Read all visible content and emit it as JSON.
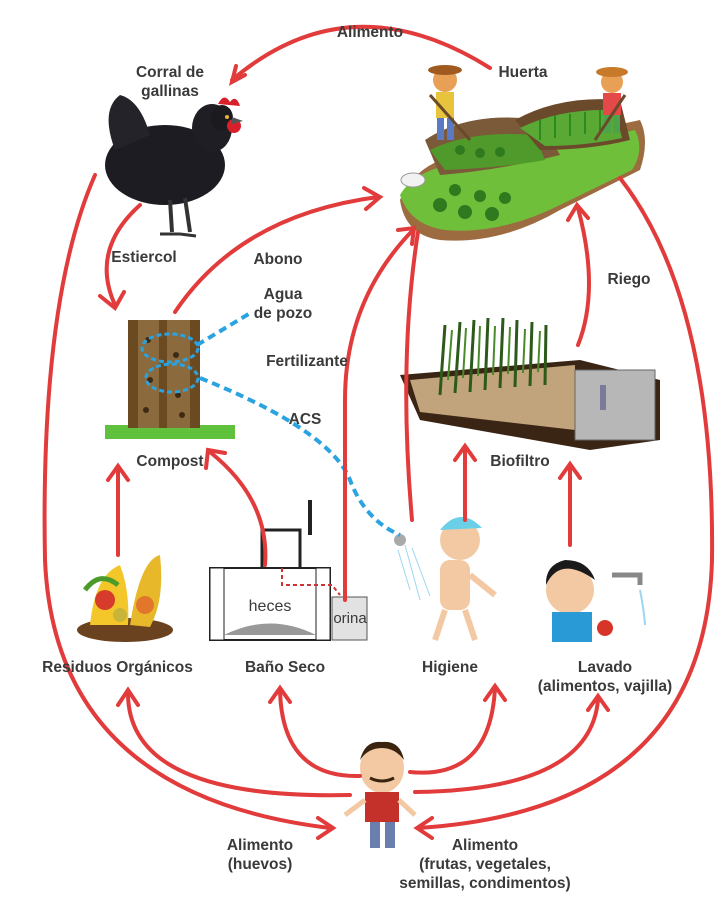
{
  "nodes": {
    "corral": {
      "line1": "Corral de",
      "line2": "gallinas"
    },
    "huerta": "Huerta",
    "compost": "Compost",
    "biofiltro": "Biofiltro",
    "residuos": "Residuos Orgánicos",
    "bano": "Baño Seco",
    "higiene": "Higiene",
    "lavado": {
      "line1": "Lavado",
      "line2": "(alimentos, vajilla)"
    }
  },
  "flows": {
    "alimento_top": "Alimento",
    "estiercol": "Estiercol",
    "abono": "Abono",
    "agua_pozo": {
      "line1": "Agua",
      "line2": "de pozo"
    },
    "fertilizante": "Fertilizante",
    "acs": "ACS",
    "riego": "Riego",
    "alimento_huevos": {
      "line1": "Alimento",
      "line2": "(huevos)"
    },
    "alimento_frutas": {
      "line1": "Alimento",
      "line2": "(frutas, vegetales,",
      "line3": "semillas, condimentos)"
    }
  },
  "inner_labels": {
    "heces": "heces",
    "orina": "orina"
  },
  "colors": {
    "arrow": "#e23b3b",
    "water_line": "#2aa3e0",
    "label_text": "#3a3a3a"
  }
}
